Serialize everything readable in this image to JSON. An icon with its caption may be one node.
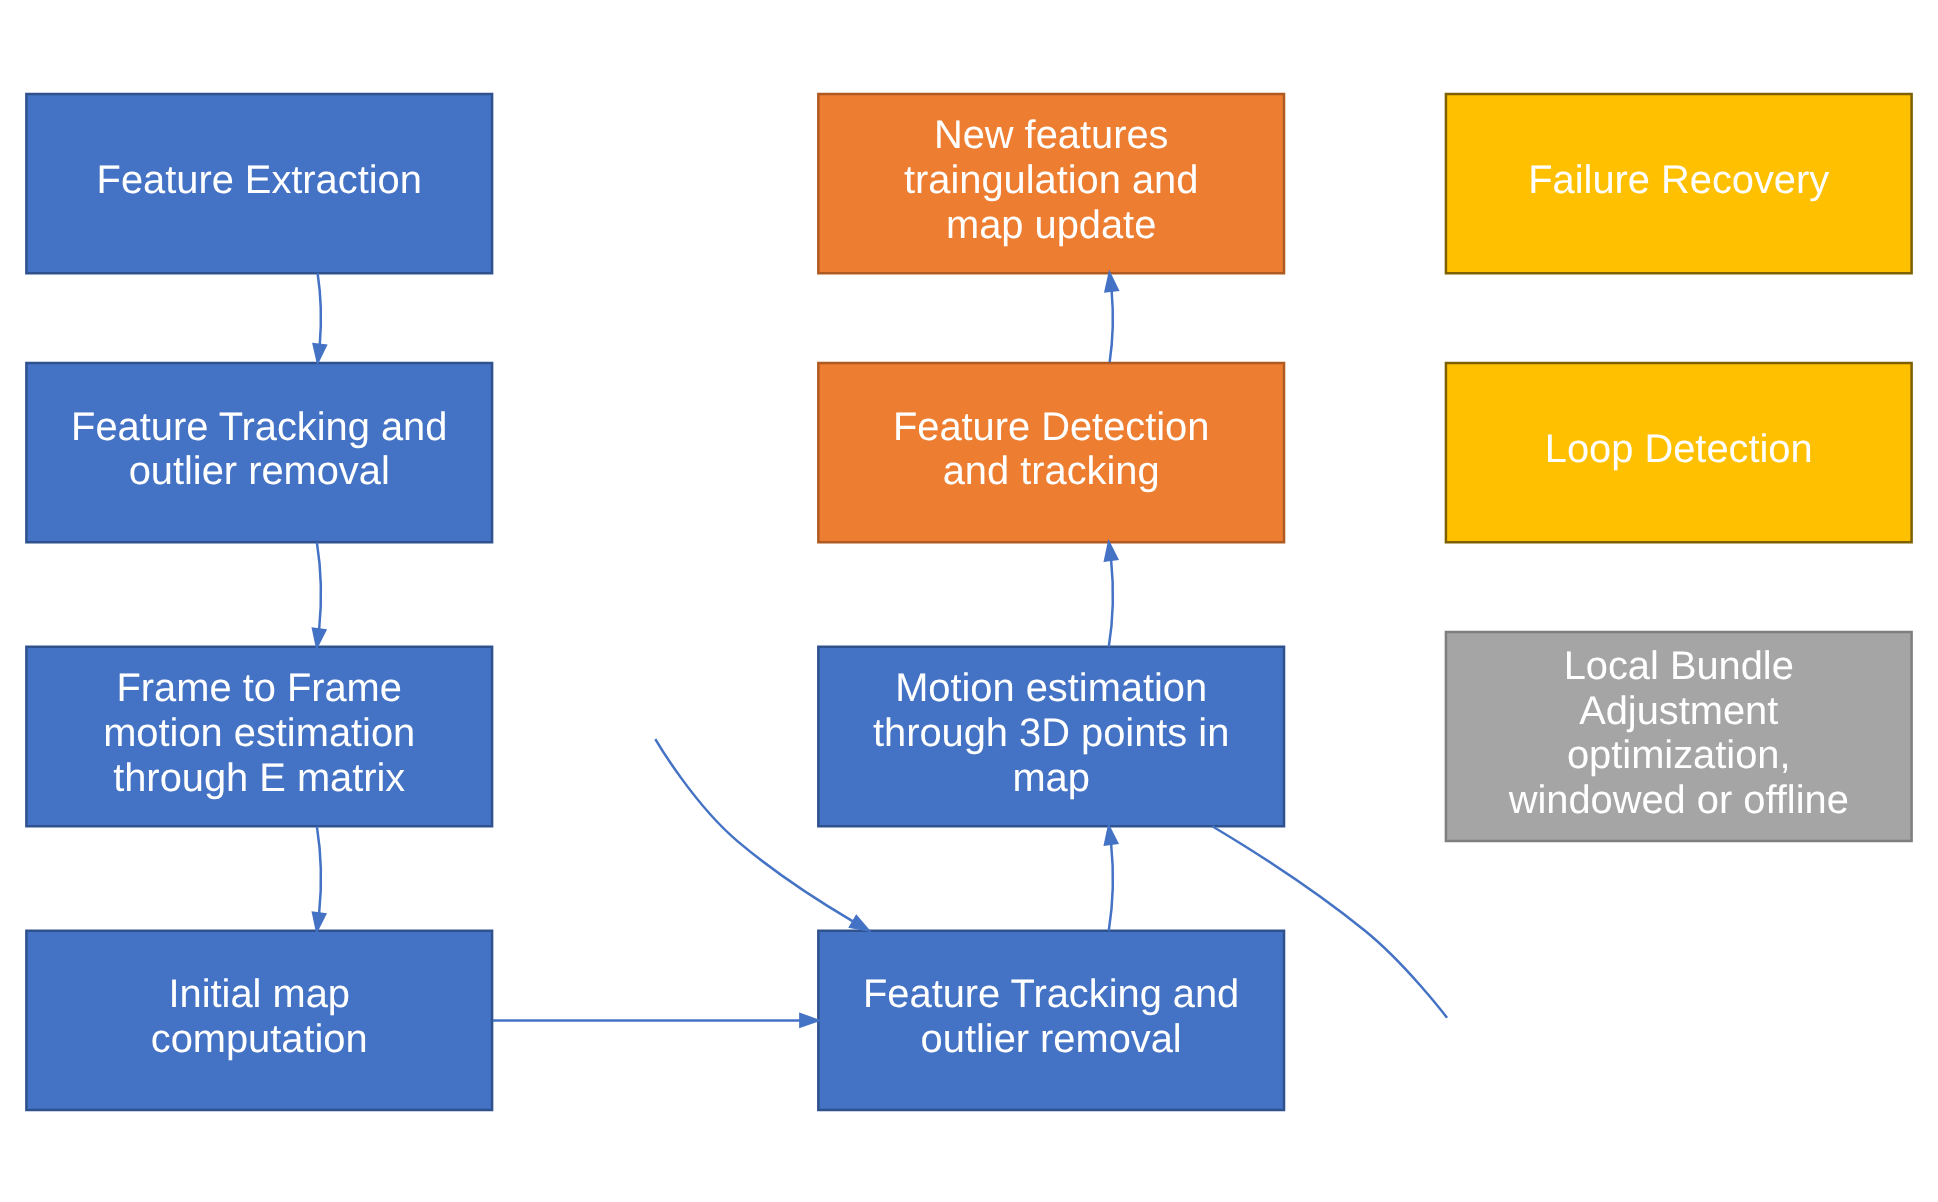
{
  "diagram": {
    "nodes": [
      {
        "text": [
          "Feature Extraction"
        ]
      },
      {
        "text": [
          "New features traingulation and map update"
        ]
      },
      {
        "text": [
          "Failure Recovery"
        ]
      },
      {
        "text": [
          "Feature Tracking and outlier removal"
        ]
      },
      {
        "text": [
          "Feature Detection and tracking"
        ]
      },
      {
        "text": [
          "Loop Detection"
        ]
      },
      {
        "text": [
          "Frame to Frame motion estimation through E matrix"
        ]
      },
      {
        "text": [
          "Motion estimation through 3D points in map"
        ]
      },
      {
        "text": [
          "Local Bundle Adjustment optimization, windowed or offline"
        ]
      },
      {
        "text": [
          "Initial map computation"
        ]
      },
      {
        "text": [
          "Feature Tracking and outlier removal"
        ]
      }
    ],
    "edges": [
      {
        "from": 0,
        "to": 3,
        "arrow": "to"
      },
      {
        "from": 3,
        "to": 6,
        "arrow": "to"
      },
      {
        "from": 6,
        "to": 9,
        "arrow": "to"
      },
      {
        "from": 9,
        "to": 10,
        "arrow": "to"
      },
      {
        "from": 10,
        "to": 7,
        "arrow": "to"
      },
      {
        "from": 7,
        "to": 4,
        "arrow": "to"
      },
      {
        "from": 4,
        "to": 1,
        "arrow": "to"
      },
      {
        "from": 7,
        "to": null,
        "arrow": "none"
      },
      {
        "from": null,
        "to": 10,
        "arrow": "to"
      }
    ]
  }
}
